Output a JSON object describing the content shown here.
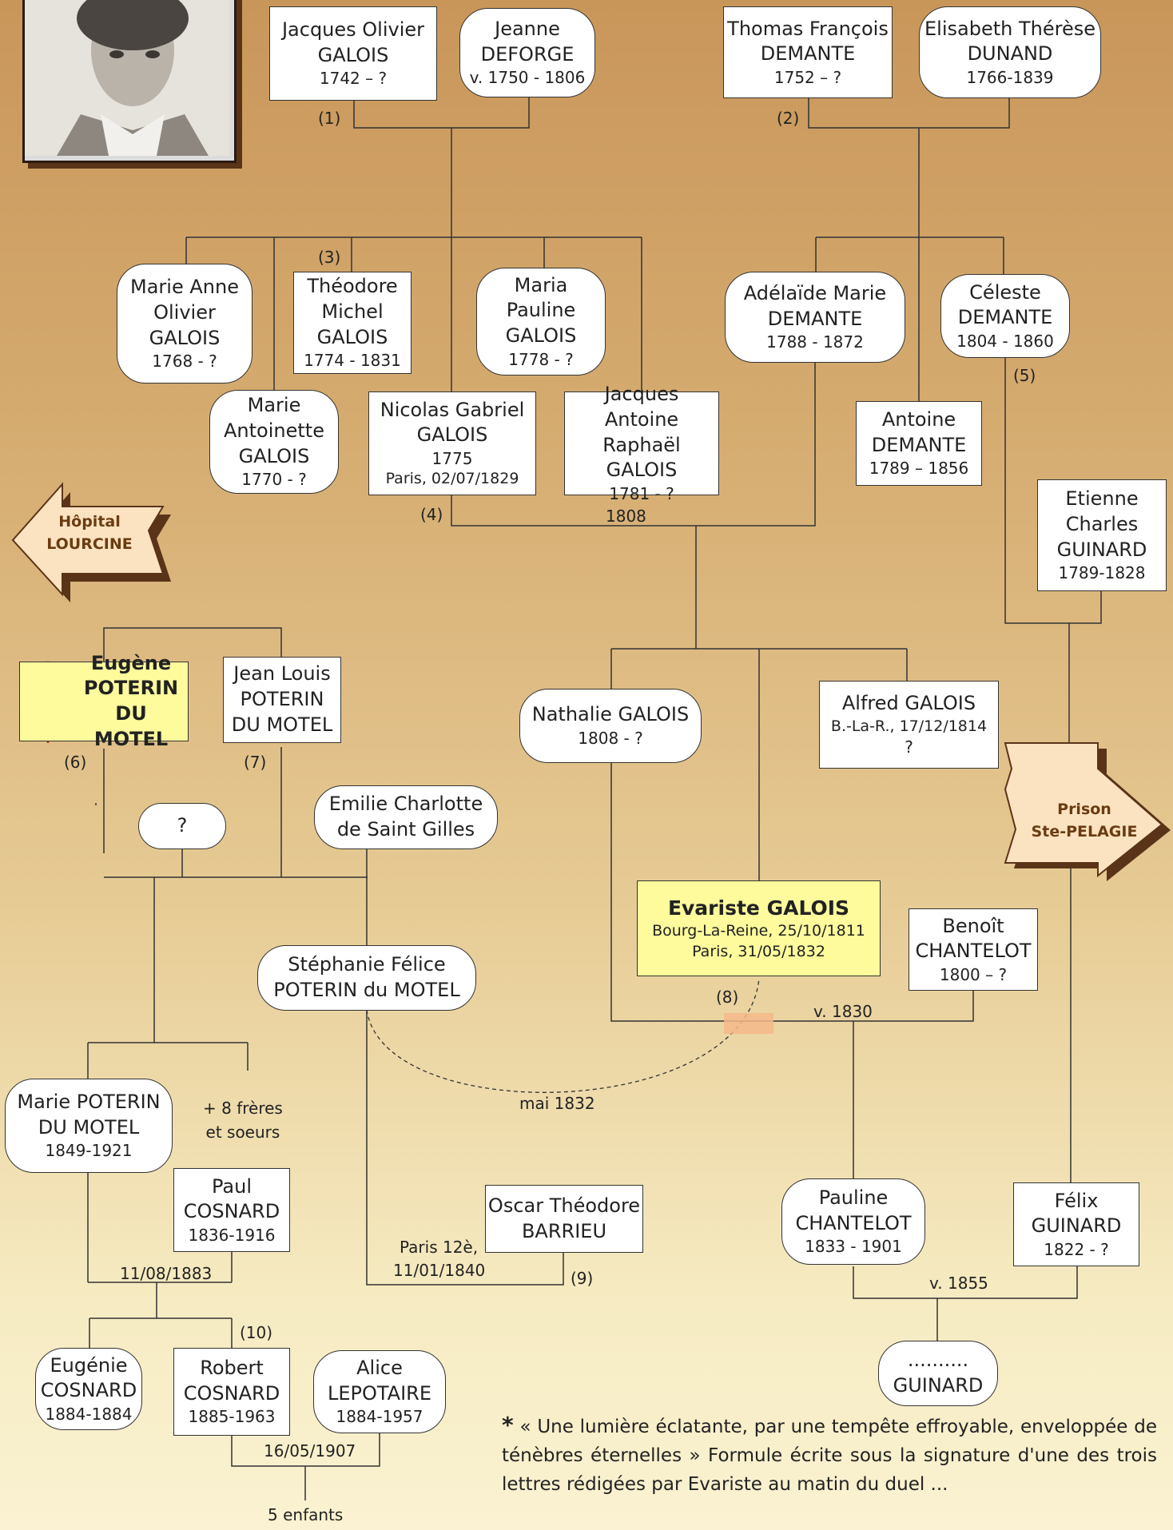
{
  "people": {
    "jacques_olivier": {
      "given": "Jacques Olivier",
      "surname": "GALOIS",
      "dates": "1742  –  ?"
    },
    "jeanne": {
      "given": "Jeanne",
      "surname": "DEFORGE",
      "dates": "v. 1750 - 1806"
    },
    "thomas": {
      "given": "Thomas François",
      "surname": "DEMANTE",
      "dates": "1752  –  ?"
    },
    "elisabeth": {
      "given": "Elisabeth Thérèse",
      "surname": "DUNAND",
      "dates": "1766-1839"
    },
    "marie_anne": {
      "l1": "Marie Anne",
      "l2": "Olivier",
      "surname": "GALOIS",
      "dates": "1768 - ?"
    },
    "theodore": {
      "l1": "Théodore",
      "l2": "Michel",
      "surname": "GALOIS",
      "dates": "1774 - 1831"
    },
    "maria_pauline": {
      "l1": "Maria",
      "l2": "Pauline",
      "surname": "GALOIS",
      "dates": "1778 - ?"
    },
    "marie_antoinette": {
      "l1": "Marie",
      "l2": "Antoinette",
      "surname": "GALOIS",
      "dates": "1770 - ?"
    },
    "nicolas": {
      "given": "Nicolas Gabriel",
      "surname": "GALOIS",
      "dates": "1775",
      "death": "Paris, 02/07/1829"
    },
    "jacques_antoine": {
      "l1": "Jacques Antoine",
      "l2": "Raphaël",
      "surname": "GALOIS",
      "dates": "1781 - ?"
    },
    "adelaide": {
      "given": "Adélaïde Marie",
      "surname": "DEMANTE",
      "dates": "1788 - 1872"
    },
    "celeste": {
      "given": "Céleste",
      "surname": "DEMANTE",
      "dates": "1804 - 1860"
    },
    "antoine": {
      "given": "Antoine",
      "surname": "DEMANTE",
      "dates": "1789 – 1856"
    },
    "etienne": {
      "l1": "Etienne",
      "l2": "Charles",
      "surname": "GUINARD",
      "dates": "1789-1828"
    },
    "eugene": {
      "l1": "Eugène",
      "l2": "POTERIN",
      "l3": "DU MOTEL"
    },
    "jean_louis": {
      "l1": "Jean Louis",
      "l2": "POTERIN",
      "l3": "DU MOTEL"
    },
    "nathalie": {
      "given": "Nathalie GALOIS",
      "dates": "1808 - ?"
    },
    "alfred": {
      "given": "Alfred GALOIS",
      "birth": "B.-La-R., 17/12/1814",
      "death": "?"
    },
    "unknown": {
      "given": "?"
    },
    "emilie": {
      "l1": "Emilie Charlotte",
      "l2": "de Saint Gilles"
    },
    "evariste": {
      "name": "Evariste GALOIS",
      "birth": "Bourg-La-Reine, 25/10/1811",
      "death": "Paris, 31/05/1832"
    },
    "benoit": {
      "given": "Benoît",
      "surname": "CHANTELOT",
      "dates": "1800 – ?"
    },
    "stephanie": {
      "l1": "Stéphanie Félice",
      "l2": "POTERIN du MOTEL"
    },
    "marie_poterin": {
      "l1": "Marie POTERIN",
      "l2": "DU MOTEL",
      "dates": "1849-1921"
    },
    "paul": {
      "given": "Paul",
      "surname": "COSNARD",
      "dates": "1836-1916"
    },
    "oscar": {
      "given": "Oscar Théodore",
      "surname": "BARRIEU"
    },
    "pauline_ch": {
      "given": "Pauline",
      "surname": "CHANTELOT",
      "dates": "1833 - 1901"
    },
    "felix": {
      "given": "Félix",
      "surname": "GUINARD",
      "dates": "1822 - ?"
    },
    "guinard_child": {
      "given": "..........",
      "surname": "GUINARD"
    },
    "eugenie": {
      "given": "Eugénie",
      "surname": "COSNARD",
      "dates": "1884-1884"
    },
    "robert": {
      "given": "Robert",
      "surname": "COSNARD",
      "dates": "1885-1963"
    },
    "alice": {
      "given": "Alice",
      "surname": "LEPOTAIRE",
      "dates": "1884-1957"
    }
  },
  "labels": {
    "n1": "(1)",
    "n2": "(2)",
    "n3": "(3)",
    "n4": "(4)",
    "n5": "(5)",
    "n6": "(6)",
    "n7": "(7)",
    "n8": "(8)",
    "n9": "(9)",
    "n10": "(10)",
    "m1808": "1808",
    "m1830": "v. 1830",
    "mai1832": "mai 1832",
    "m1855": "v. 1855",
    "m1883": "11/08/1883",
    "m1907": "16/05/1907",
    "m1840a": "Paris 12è,",
    "m1840b": "11/01/1840",
    "siblings_a": "+ 8 frères",
    "siblings_b": "et soeurs",
    "children": "5 enfants"
  },
  "arrows": {
    "hopital": {
      "l1": "Hôpital",
      "l2": "LOURCINE"
    },
    "prison": {
      "l1": "Prison",
      "l2": "Ste-PELAGIE"
    }
  },
  "quote": {
    "star": "*",
    "text": "« Une lumière éclatante, par une tempête effroyable, enveloppée de ténèbres éternelles » Formule écrite sous la signature d'une des trois lettres rédigées par Evariste au matin du duel ..."
  }
}
